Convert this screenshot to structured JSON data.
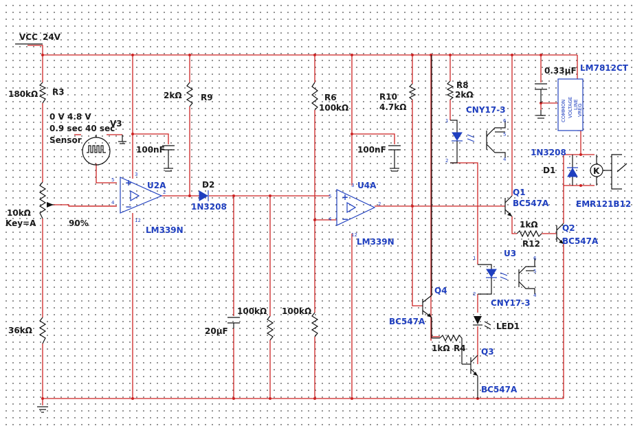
{
  "supply": {
    "name": "VCC",
    "voltage": "24V"
  },
  "r3": {
    "ref": "R3",
    "value": "180kΩ"
  },
  "r9": {
    "ref": "R9",
    "value": "2kΩ"
  },
  "r6": {
    "ref": "R6",
    "value": "100kΩ"
  },
  "r10": {
    "ref": "R10",
    "value": "4.7kΩ"
  },
  "r8": {
    "ref": "R8",
    "value": "2kΩ"
  },
  "r4": {
    "ref": "R4",
    "value": "1kΩ"
  },
  "r12": {
    "ref": "R12",
    "value": "1kΩ"
  },
  "r_bottom_left": {
    "value": "36kΩ"
  },
  "r_mid1": {
    "value": "100kΩ"
  },
  "r_mid2": {
    "value": "100kΩ"
  },
  "pot": {
    "value": "10kΩ",
    "key": "Key=A",
    "setting": "90%"
  },
  "v3": {
    "ref": "V3",
    "line1": "0 V 4.8 V",
    "line2": "0.9 sec 40 sec",
    "line3": "Sensor"
  },
  "c1": {
    "value": "100nF"
  },
  "c2": {
    "value": "100nF"
  },
  "c3": {
    "value": "20µF"
  },
  "c4": {
    "value": "0.33µF"
  },
  "u2a": {
    "ref": "U2A",
    "part": "LM339N",
    "pins": {
      "p3": "3",
      "p5": "5",
      "p4": "4",
      "p2": "2",
      "p12": "12"
    }
  },
  "u4a": {
    "ref": "U4A",
    "part": "LM339N",
    "pins": {
      "p3": "3",
      "p5": "5",
      "p4": "4",
      "p2": "2",
      "p12": "12"
    }
  },
  "d2": {
    "ref": "D2",
    "part": "1N3208"
  },
  "d1": {
    "ref": "D1",
    "part": "1N3208"
  },
  "q1": {
    "ref": "Q1",
    "part": "BC547A"
  },
  "q2": {
    "ref": "Q2",
    "part": "BC547A"
  },
  "q3": {
    "ref": "Q3",
    "part": "BC547A"
  },
  "q4": {
    "ref": "Q4",
    "part": "BC547A"
  },
  "opto1": {
    "ref": "CNY17-3",
    "pins": {
      "p1": "1",
      "p2": "2",
      "p4": "4",
      "p5": "5",
      "p6": "6"
    }
  },
  "opto2": {
    "ref": "U3",
    "part": "CNY17-3",
    "pins": {
      "p1": "1",
      "p2": "2",
      "p4": "4",
      "p5": "5",
      "p6": "6"
    }
  },
  "led": {
    "ref": "LED1"
  },
  "regulator": {
    "part": "LM7812CT",
    "body_lines": [
      "COMMON",
      "VOLTAGE",
      "LINE",
      "VREG"
    ]
  },
  "relay": {
    "part": "EMR121B12",
    "coil": "K"
  },
  "colors": {
    "wire": "#cc2222",
    "component": "#111111",
    "label_blue": "#1f3fbf",
    "grid_dot": "#777777"
  }
}
